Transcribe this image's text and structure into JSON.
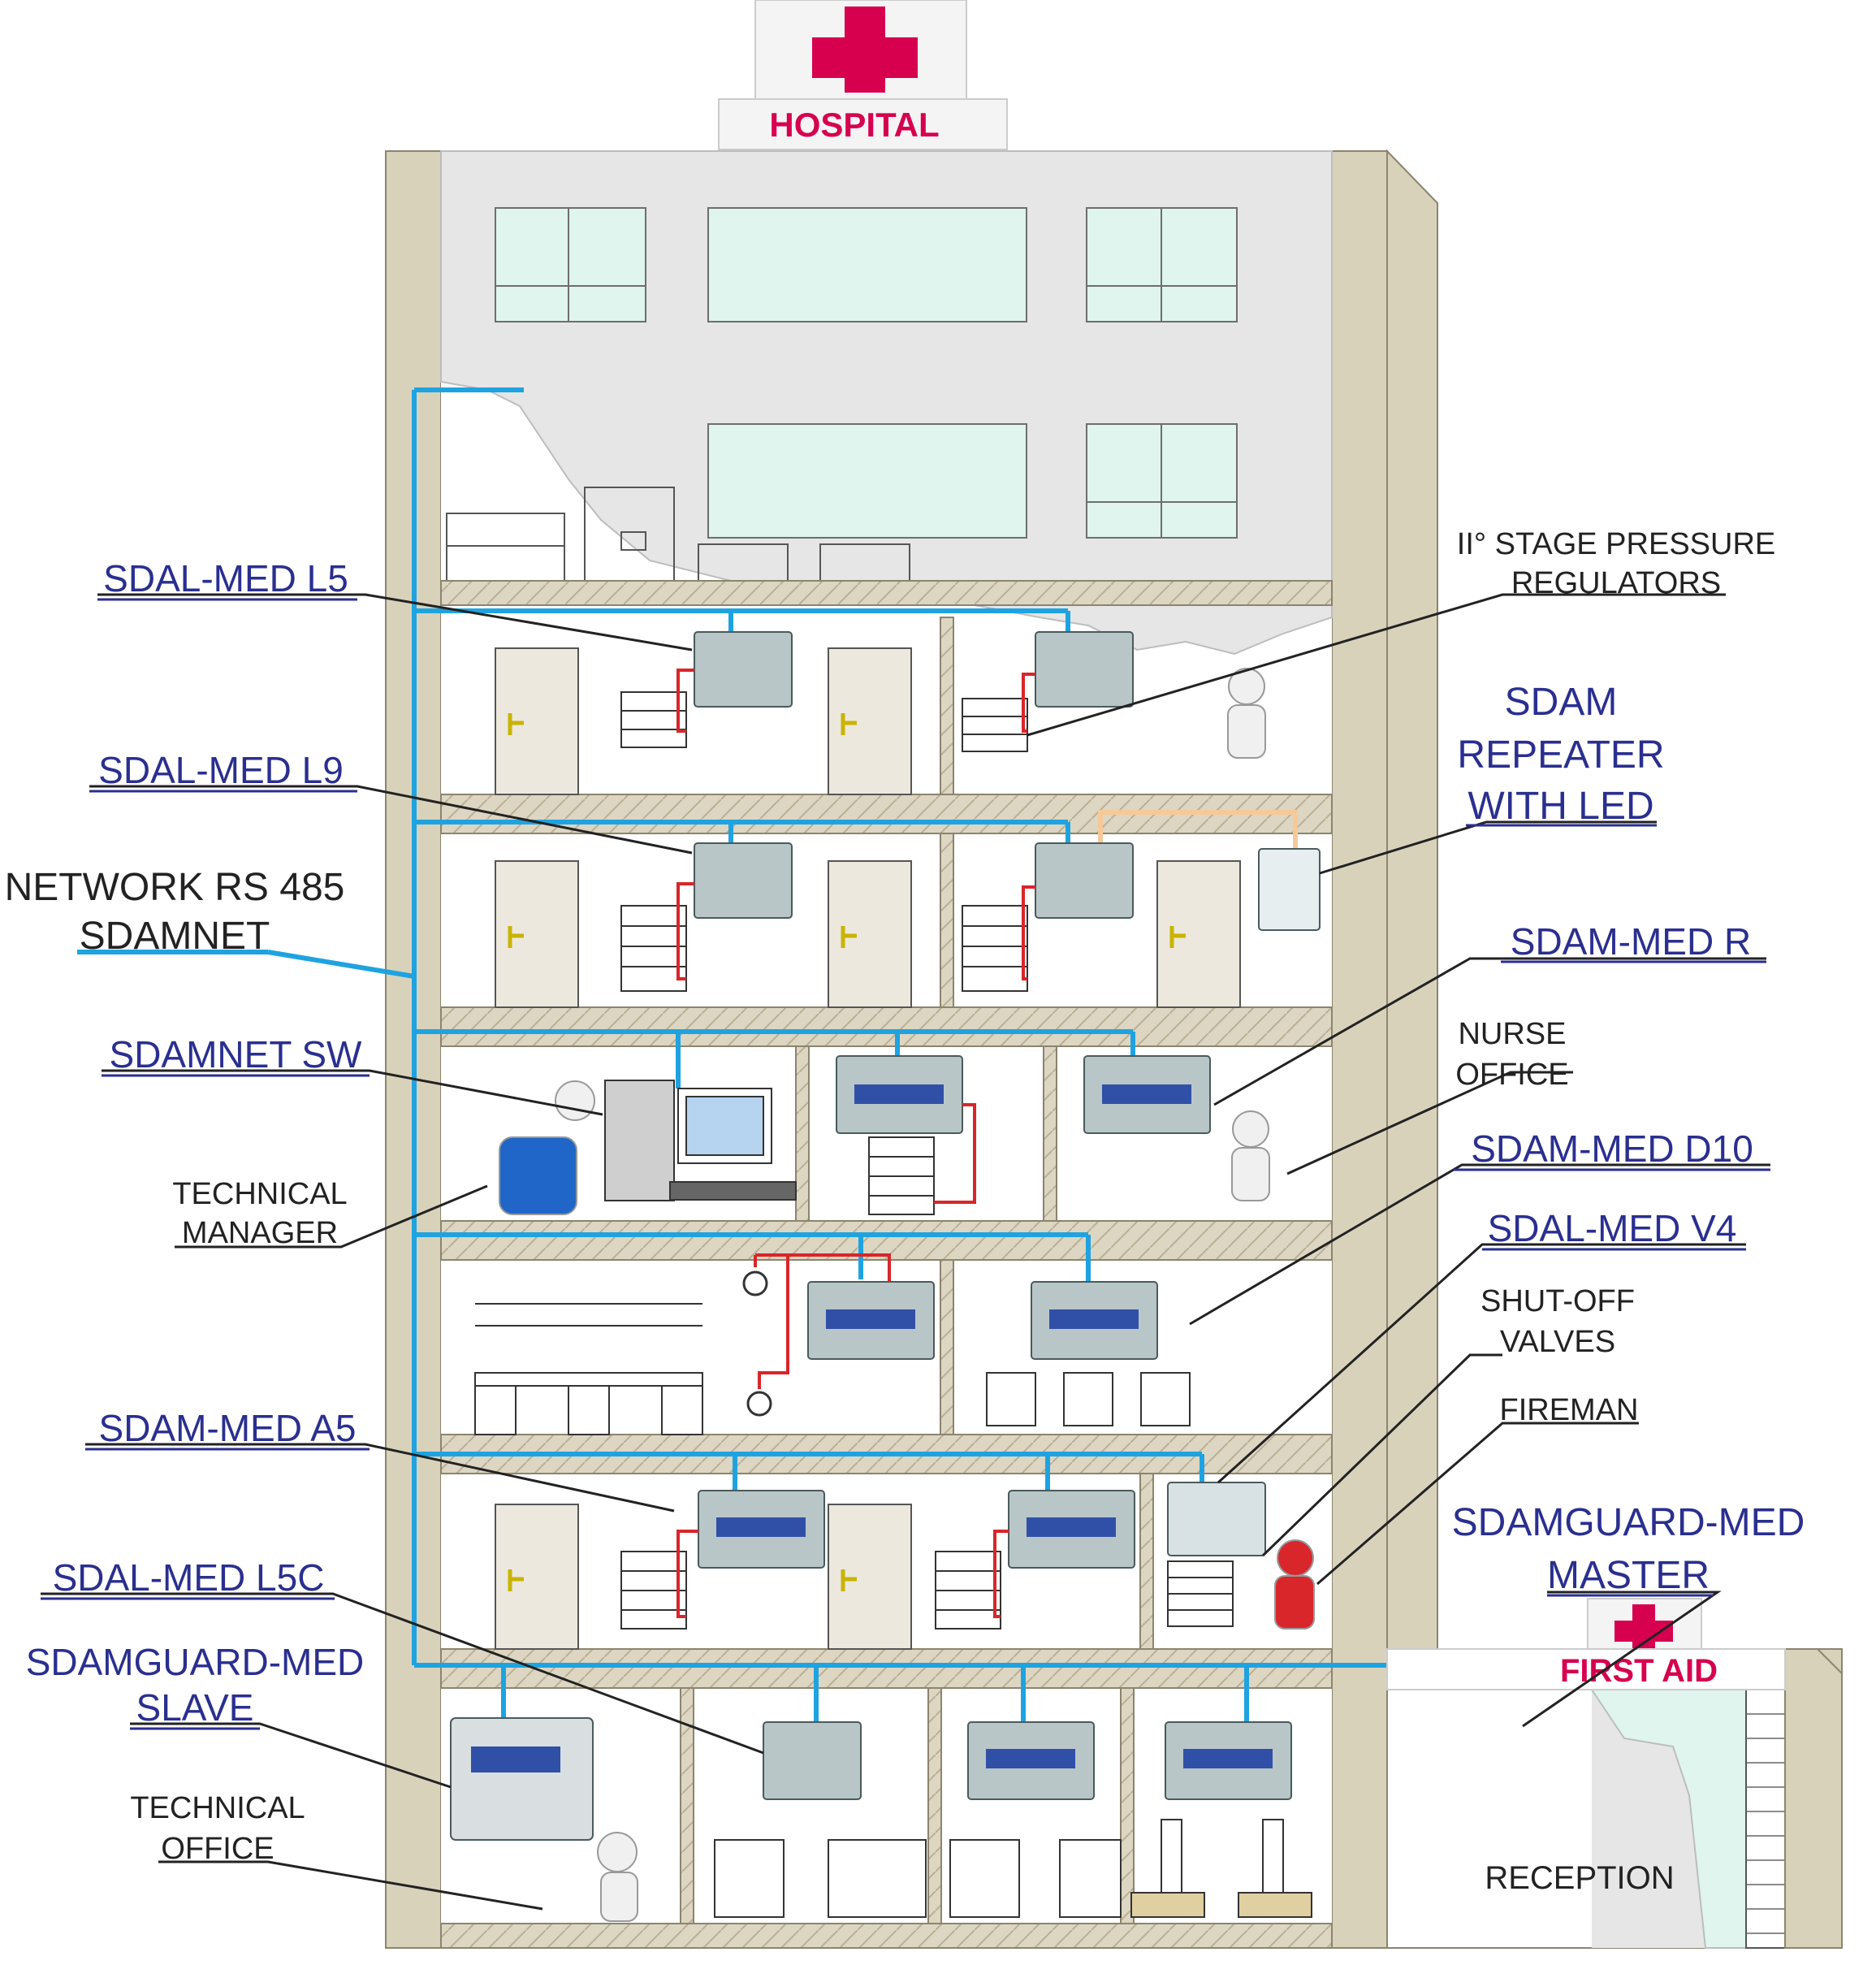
{
  "sign": {
    "hospital": "HOSPITAL",
    "first_aid": "FIRST AID"
  },
  "labels": {
    "sdal_med_l5": "SDAL-MED L5",
    "sdal_med_l9": "SDAL-MED L9",
    "network_line1": "NETWORK RS 485",
    "network_line2": "SDAMNET",
    "sdamnet_sw": "SDAMNET SW",
    "tech_manager_line1": "TECHNICAL",
    "tech_manager_line2": "MANAGER",
    "sdam_med_a5": "SDAM-MED A5",
    "sdal_med_l5c": "SDAL-MED L5C",
    "sdamguard_slave_line1": "SDAMGUARD-MED",
    "sdamguard_slave_line2": "SLAVE",
    "tech_office_line1": "TECHNICAL",
    "tech_office_line2": "OFFICE",
    "pressure_reg_line1": "II° STAGE PRESSURE",
    "pressure_reg_line2": "REGULATORS",
    "repeater_line1": "SDAM",
    "repeater_line2": "REPEATER",
    "repeater_line3": "WITH LED",
    "sdam_med_r": "SDAM-MED R",
    "nurse_line1": "NURSE",
    "nurse_line2": "OFFICE",
    "sdam_med_d10": "SDAM-MED D10",
    "sdal_med_v4": "SDAL-MED V4",
    "shutoff_line1": "SHUT-OFF",
    "shutoff_line2": "VALVES",
    "fireman": "FIREMAN",
    "sdamguard_master_line1": "SDAMGUARD-MED",
    "sdamguard_master_line2": "MASTER",
    "reception": "RECEPTION"
  },
  "colors": {
    "wall": "#d9d2bb",
    "building": "#e6e6e6",
    "floor_slab": "#ddd6c2",
    "network": "#1fa3e0",
    "cross_red": "#d6004f",
    "label_blue": "#2a2f8f",
    "label_dark": "#222222",
    "window": "#dff5ee",
    "device": "#b9c6c8",
    "orange_bus": "#f6c99a",
    "red_wire": "#d8262a"
  }
}
